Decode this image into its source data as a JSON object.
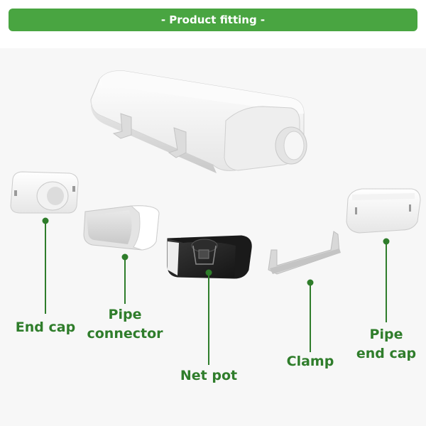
{
  "banner": {
    "title": "- Product fitting -"
  },
  "labels": {
    "end_cap": "End cap",
    "pipe_connector": [
      "Pipe",
      "connector"
    ],
    "net_pot": "Net pot",
    "clamp": "Clamp",
    "pipe_end_cap": [
      "Pipe",
      "end cap"
    ]
  },
  "colors": {
    "banner": "#49a541",
    "label": "#2f7d2b",
    "line": "#2f7d2b",
    "background": "#f7f7f7"
  }
}
